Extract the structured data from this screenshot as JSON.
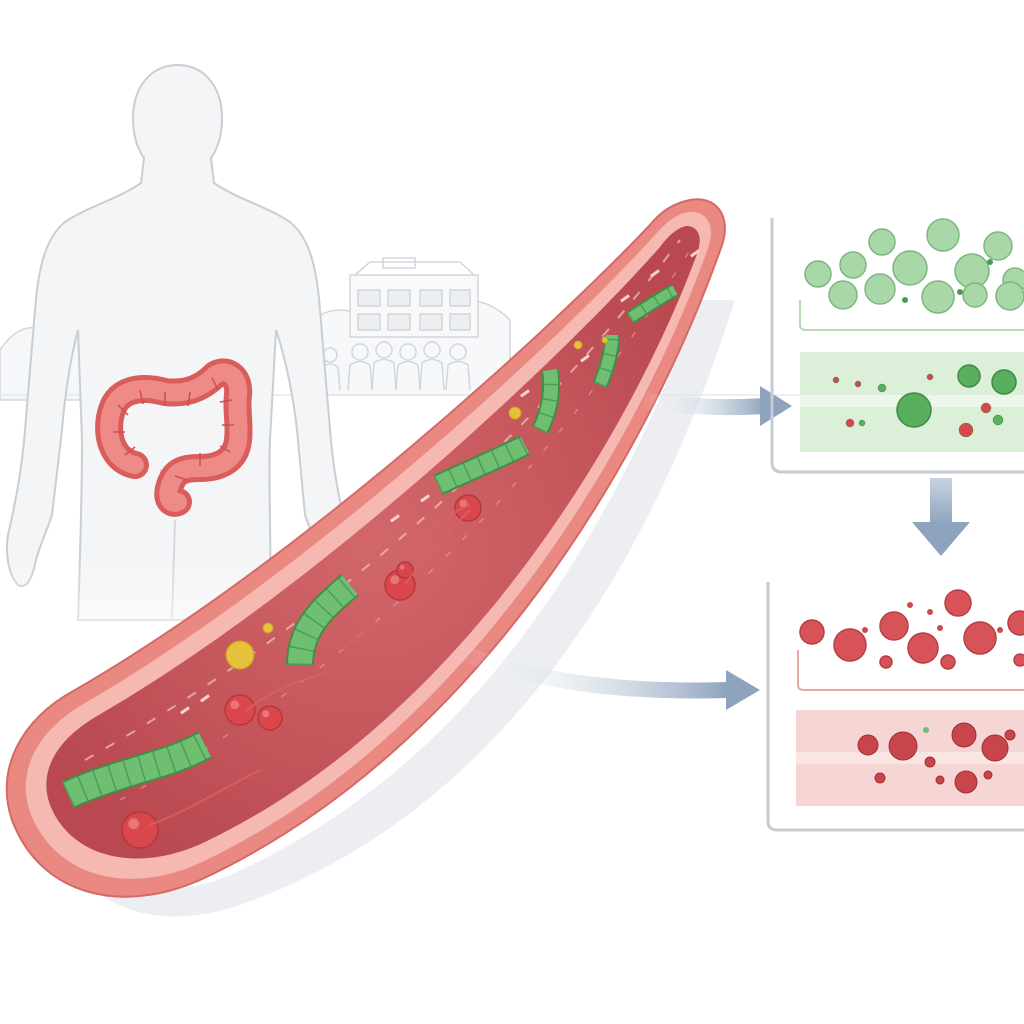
{
  "diagram": {
    "subject": "human-silhouette",
    "organ": "colon",
    "conduit": "intestinal-tube-cross-section",
    "panels": [
      {
        "id": "healthy-sample",
        "tone": "green"
      },
      {
        "id": "disease-sample",
        "tone": "red"
      }
    ],
    "flow": [
      "tube-to-green-panel",
      "green-panel-to-red-panel",
      "tube-to-red-panel"
    ]
  },
  "colors": {
    "tube_outer": "#e8807c",
    "tube_wall": "#f3b1aa",
    "tube_lumen": "#c7545a",
    "bacteria_green": "#6fbf73",
    "bacteria_green_dark": "#3f8f47",
    "cell_red": "#d9474c",
    "particle_yellow": "#e6c13a",
    "panel_green_fill": "#dcefd9",
    "panel_green_cell": "#a8d8a8",
    "panel_red_fill": "#f6d6d4",
    "panel_red_cell": "#d85357",
    "arrow": "#8ea3bd",
    "outline": "#b9c0c8",
    "colon": "#e76f6c"
  },
  "icons": {
    "person": "person-silhouette-icon",
    "building": "hospital-building-icon",
    "arrow": "arrow-right-icon"
  }
}
